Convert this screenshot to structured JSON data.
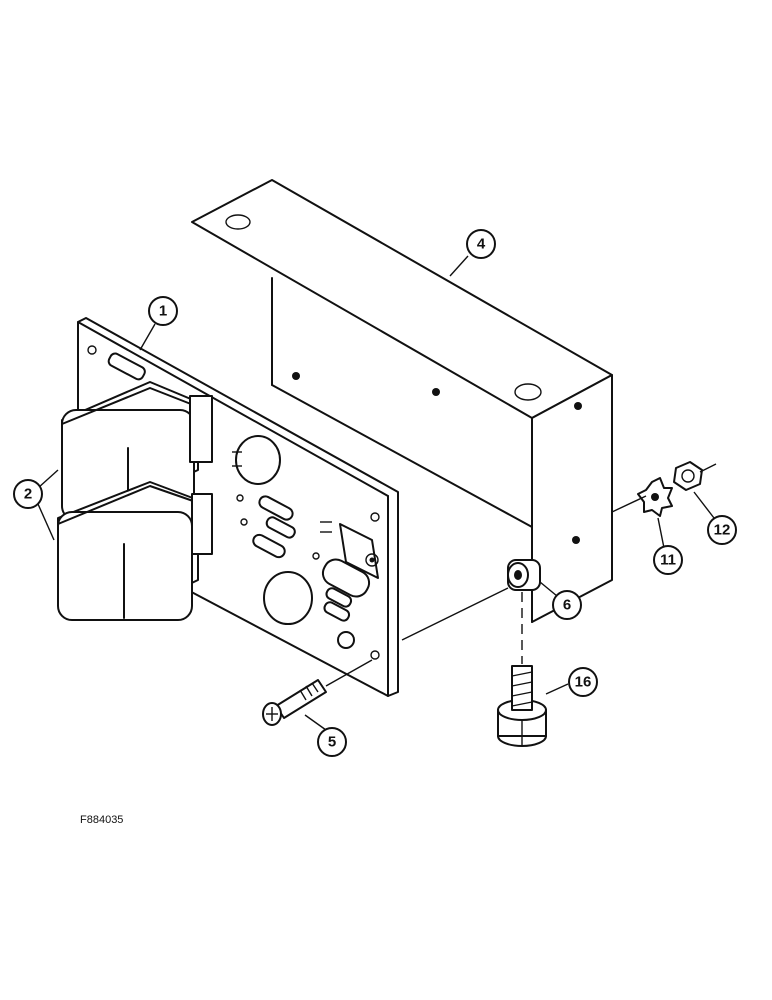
{
  "figure_id": "F884035",
  "callouts": [
    {
      "label": "1",
      "part": "circuit-board"
    },
    {
      "label": "2",
      "part": "relays"
    },
    {
      "label": "4",
      "part": "mounting-bracket"
    },
    {
      "label": "5",
      "part": "screw"
    },
    {
      "label": "6",
      "part": "spacer"
    },
    {
      "label": "11",
      "part": "lock-washer"
    },
    {
      "label": "12",
      "part": "nut"
    },
    {
      "label": "16",
      "part": "bolt"
    }
  ]
}
